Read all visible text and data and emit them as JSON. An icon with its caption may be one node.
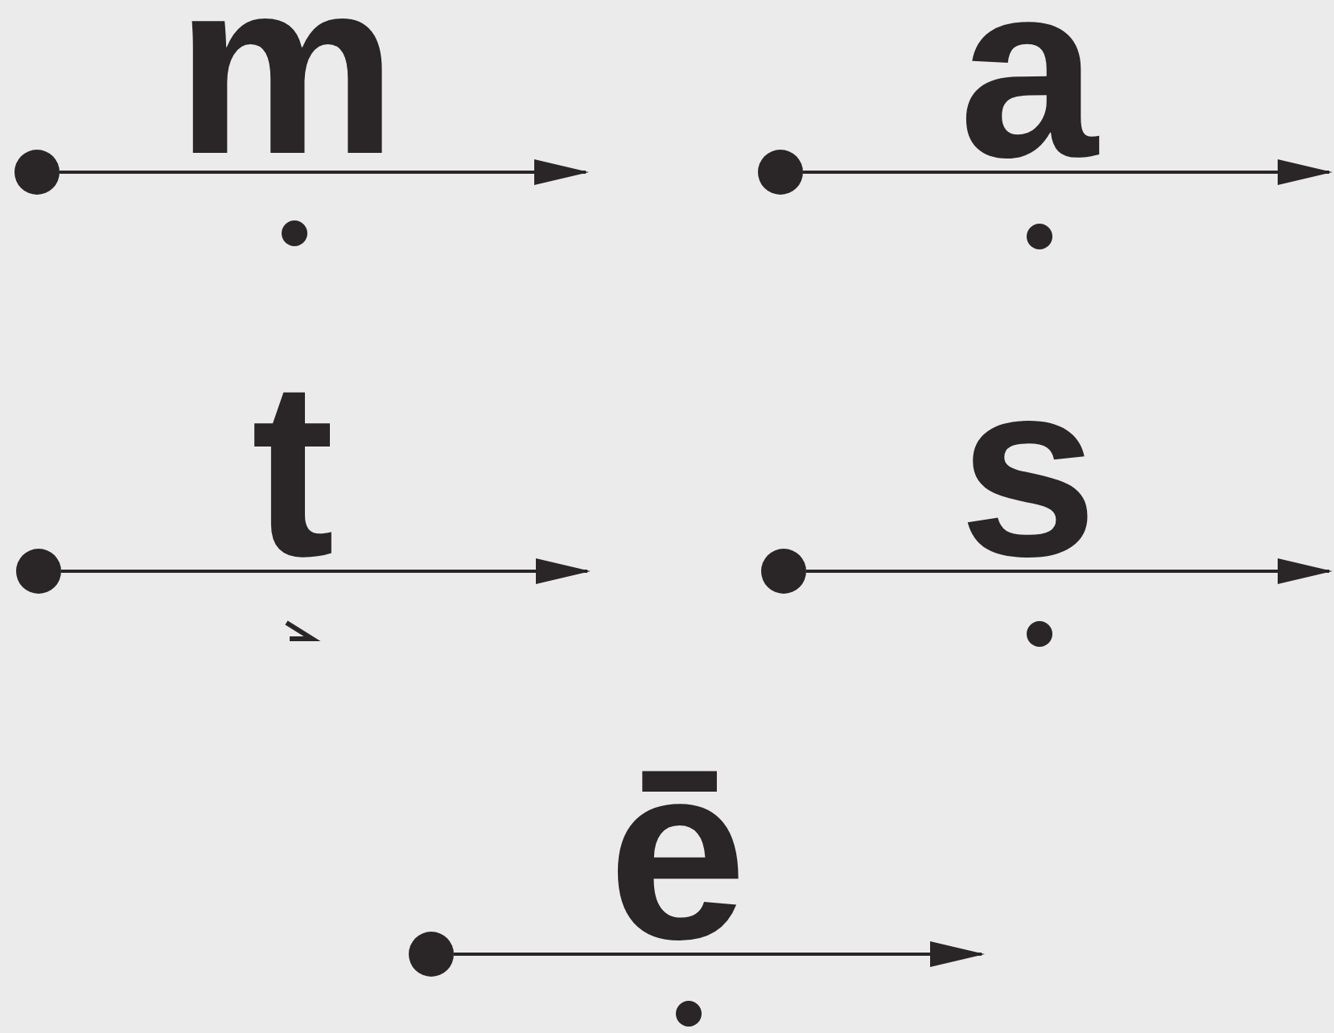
{
  "diagram": {
    "nodes": [
      {
        "text": [],
        "shape": "circle"
      },
      {
        "text": [],
        "shape": "circle"
      },
      {
        "text": [],
        "shape": "circle"
      },
      {
        "text": [],
        "shape": "circle"
      },
      {
        "text": [],
        "shape": "circle"
      }
    ],
    "edges": [
      {
        "from": 0,
        "to": null,
        "arrow": "to"
      },
      {
        "from": 1,
        "to": null,
        "arrow": "to"
      },
      {
        "from": 2,
        "to": null,
        "arrow": "to"
      },
      {
        "from": 3,
        "to": null,
        "arrow": "to"
      },
      {
        "from": 4,
        "to": null,
        "arrow": "to"
      }
    ],
    "labels": [
      "m",
      "a",
      "t",
      "s",
      "ē"
    ]
  }
}
